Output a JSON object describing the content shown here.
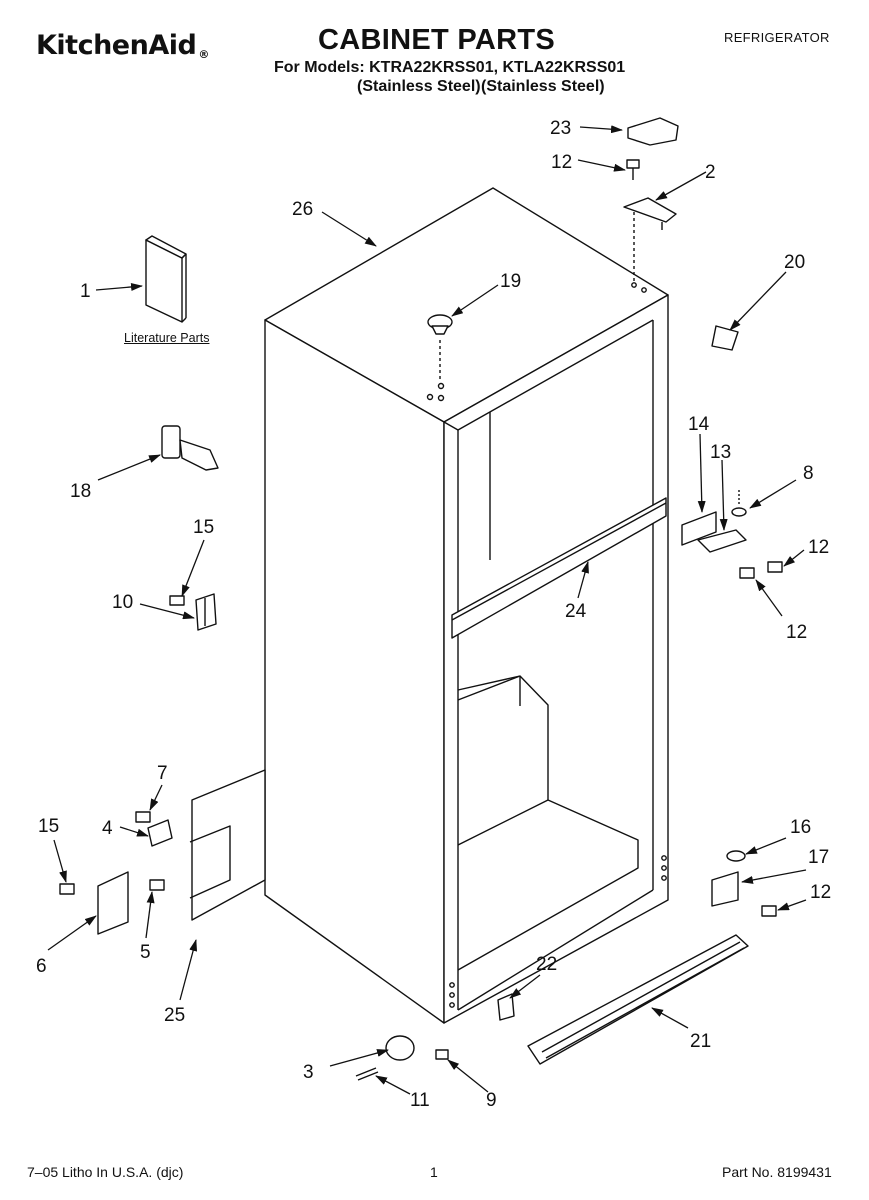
{
  "header": {
    "brand": "KitchenAid",
    "brand_mark": "®",
    "title": "CABINET PARTS",
    "category": "REFRIGERATOR",
    "models_line": "For Models: KTRA22KRSS01, KTLA22KRSS01",
    "finish_1": "(Stainless Steel)",
    "finish_2": "(Stainless Steel)"
  },
  "literature_label": "Literature Parts",
  "callouts": {
    "c1": "1",
    "c2": "2",
    "c3": "3",
    "c4": "4",
    "c5": "5",
    "c6": "6",
    "c7": "7",
    "c8": "8",
    "c9": "9",
    "c10": "10",
    "c11": "11",
    "c12a": "12",
    "c12b": "12",
    "c12c": "12",
    "c12d": "12",
    "c13": "13",
    "c14": "14",
    "c15a": "15",
    "c15b": "15",
    "c16": "16",
    "c17": "17",
    "c18": "18",
    "c19": "19",
    "c20": "20",
    "c21": "21",
    "c22": "22",
    "c23": "23",
    "c24": "24",
    "c25": "25",
    "c26": "26"
  },
  "footer": {
    "left": "7–05 Litho In U.S.A. (djc)",
    "page": "1",
    "part_no": "Part No. 8199431"
  }
}
